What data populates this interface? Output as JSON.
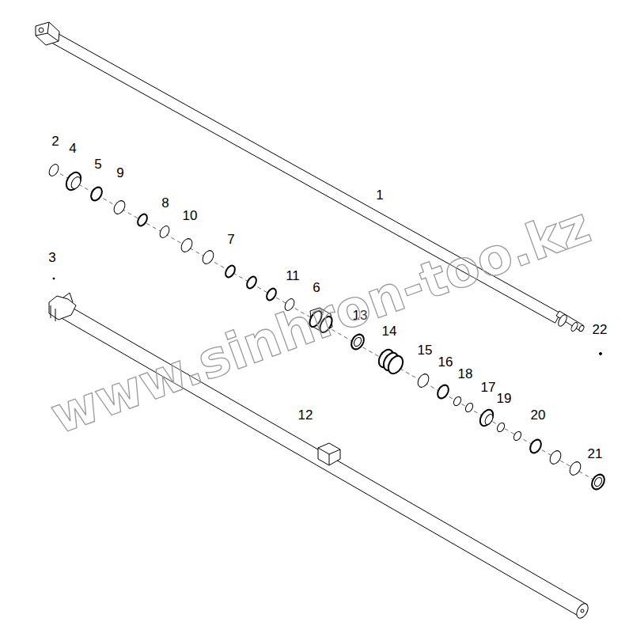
{
  "diagram": {
    "labels": [
      "1",
      "2",
      "3",
      "4",
      "5",
      "6",
      "7",
      "8",
      "9",
      "10",
      "11",
      "12",
      "13",
      "14",
      "15",
      "16",
      "17",
      "18",
      "19",
      "20",
      "21",
      "22",
      "www.sinhron-too.kz"
    ]
  }
}
